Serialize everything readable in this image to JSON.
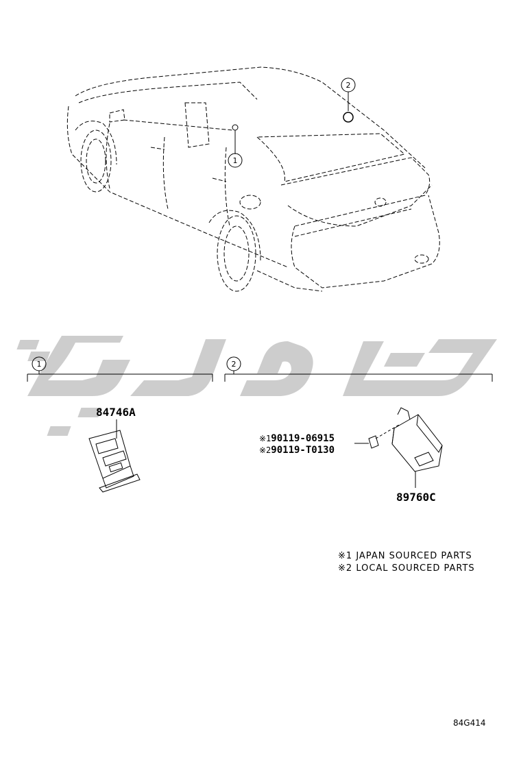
{
  "callouts": {
    "c1": "1",
    "c2": "2"
  },
  "parts": {
    "p1": "84746A",
    "p2": "89760C",
    "bolt_japan_mark": "※1",
    "bolt_japan": "90119-06915",
    "bolt_local_mark": "※2",
    "bolt_local": "90119-T0130"
  },
  "notes": {
    "n1_mark": "※1",
    "n1": "JAPAN SOURCED PARTS",
    "n2_mark": "※2",
    "n2": "LOCAL SOURCED PARTS"
  },
  "diagram_id": "84G414",
  "colors": {
    "line": "#000000",
    "watermark": "#c8c8c8"
  }
}
